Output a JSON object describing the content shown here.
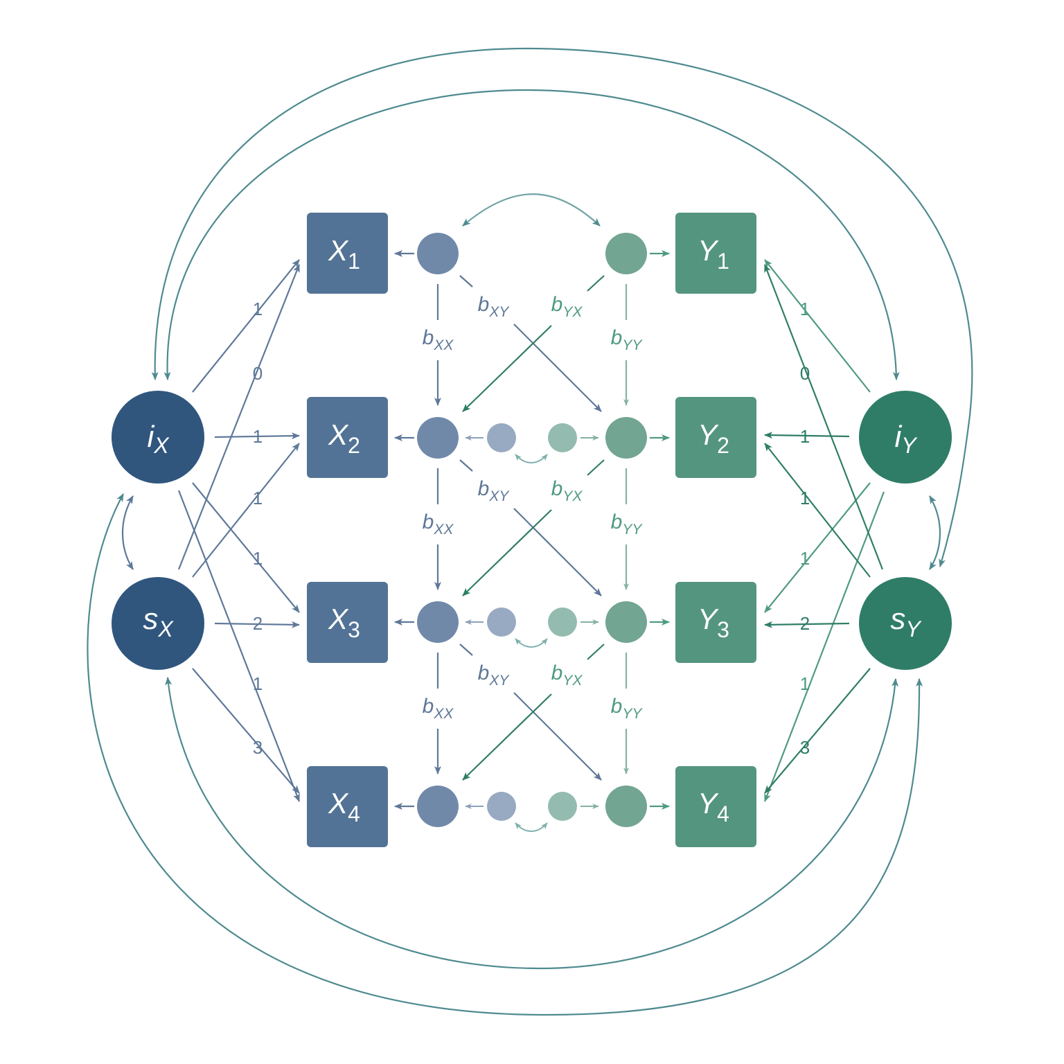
{
  "colors": {
    "x_dark": "#30567E",
    "x_box": "#527395",
    "x_resid": "#7189A9",
    "x_small": "#98AAC1",
    "y_dark": "#2F7D67",
    "y_box": "#54957F",
    "y_resid": "#72A592",
    "y_small": "#94BBAF",
    "cov_teal": "#4E8A8F",
    "x_path": "#5E7898",
    "y_path": "#4F9A80",
    "y_path_dark": "#2F7D67"
  },
  "nodes": {
    "iX": {
      "base": "i",
      "sub": "X"
    },
    "sX": {
      "base": "s",
      "sub": "X"
    },
    "iY": {
      "base": "i",
      "sub": "Y"
    },
    "sY": {
      "base": "s",
      "sub": "Y"
    },
    "X1": {
      "base": "X",
      "sub": "1"
    },
    "X2": {
      "base": "X",
      "sub": "2"
    },
    "X3": {
      "base": "X",
      "sub": "3"
    },
    "X4": {
      "base": "X",
      "sub": "4"
    },
    "Y1": {
      "base": "Y",
      "sub": "1"
    },
    "Y2": {
      "base": "Y",
      "sub": "2"
    },
    "Y3": {
      "base": "Y",
      "sub": "3"
    },
    "Y4": {
      "base": "Y",
      "sub": "4"
    }
  },
  "loadings": {
    "iX": [
      "1",
      "1",
      "1",
      "1"
    ],
    "sX": [
      "0",
      "1",
      "2",
      "3"
    ],
    "iY": [
      "1",
      "1",
      "1",
      "1"
    ],
    "sY": [
      "0",
      "1",
      "2",
      "3"
    ]
  },
  "coefficients": {
    "bXX": {
      "base": "b",
      "sub": "XX"
    },
    "bYY": {
      "base": "b",
      "sub": "YY"
    },
    "bXY": {
      "base": "b",
      "sub": "XY"
    },
    "bYX": {
      "base": "b",
      "sub": "YX"
    }
  }
}
